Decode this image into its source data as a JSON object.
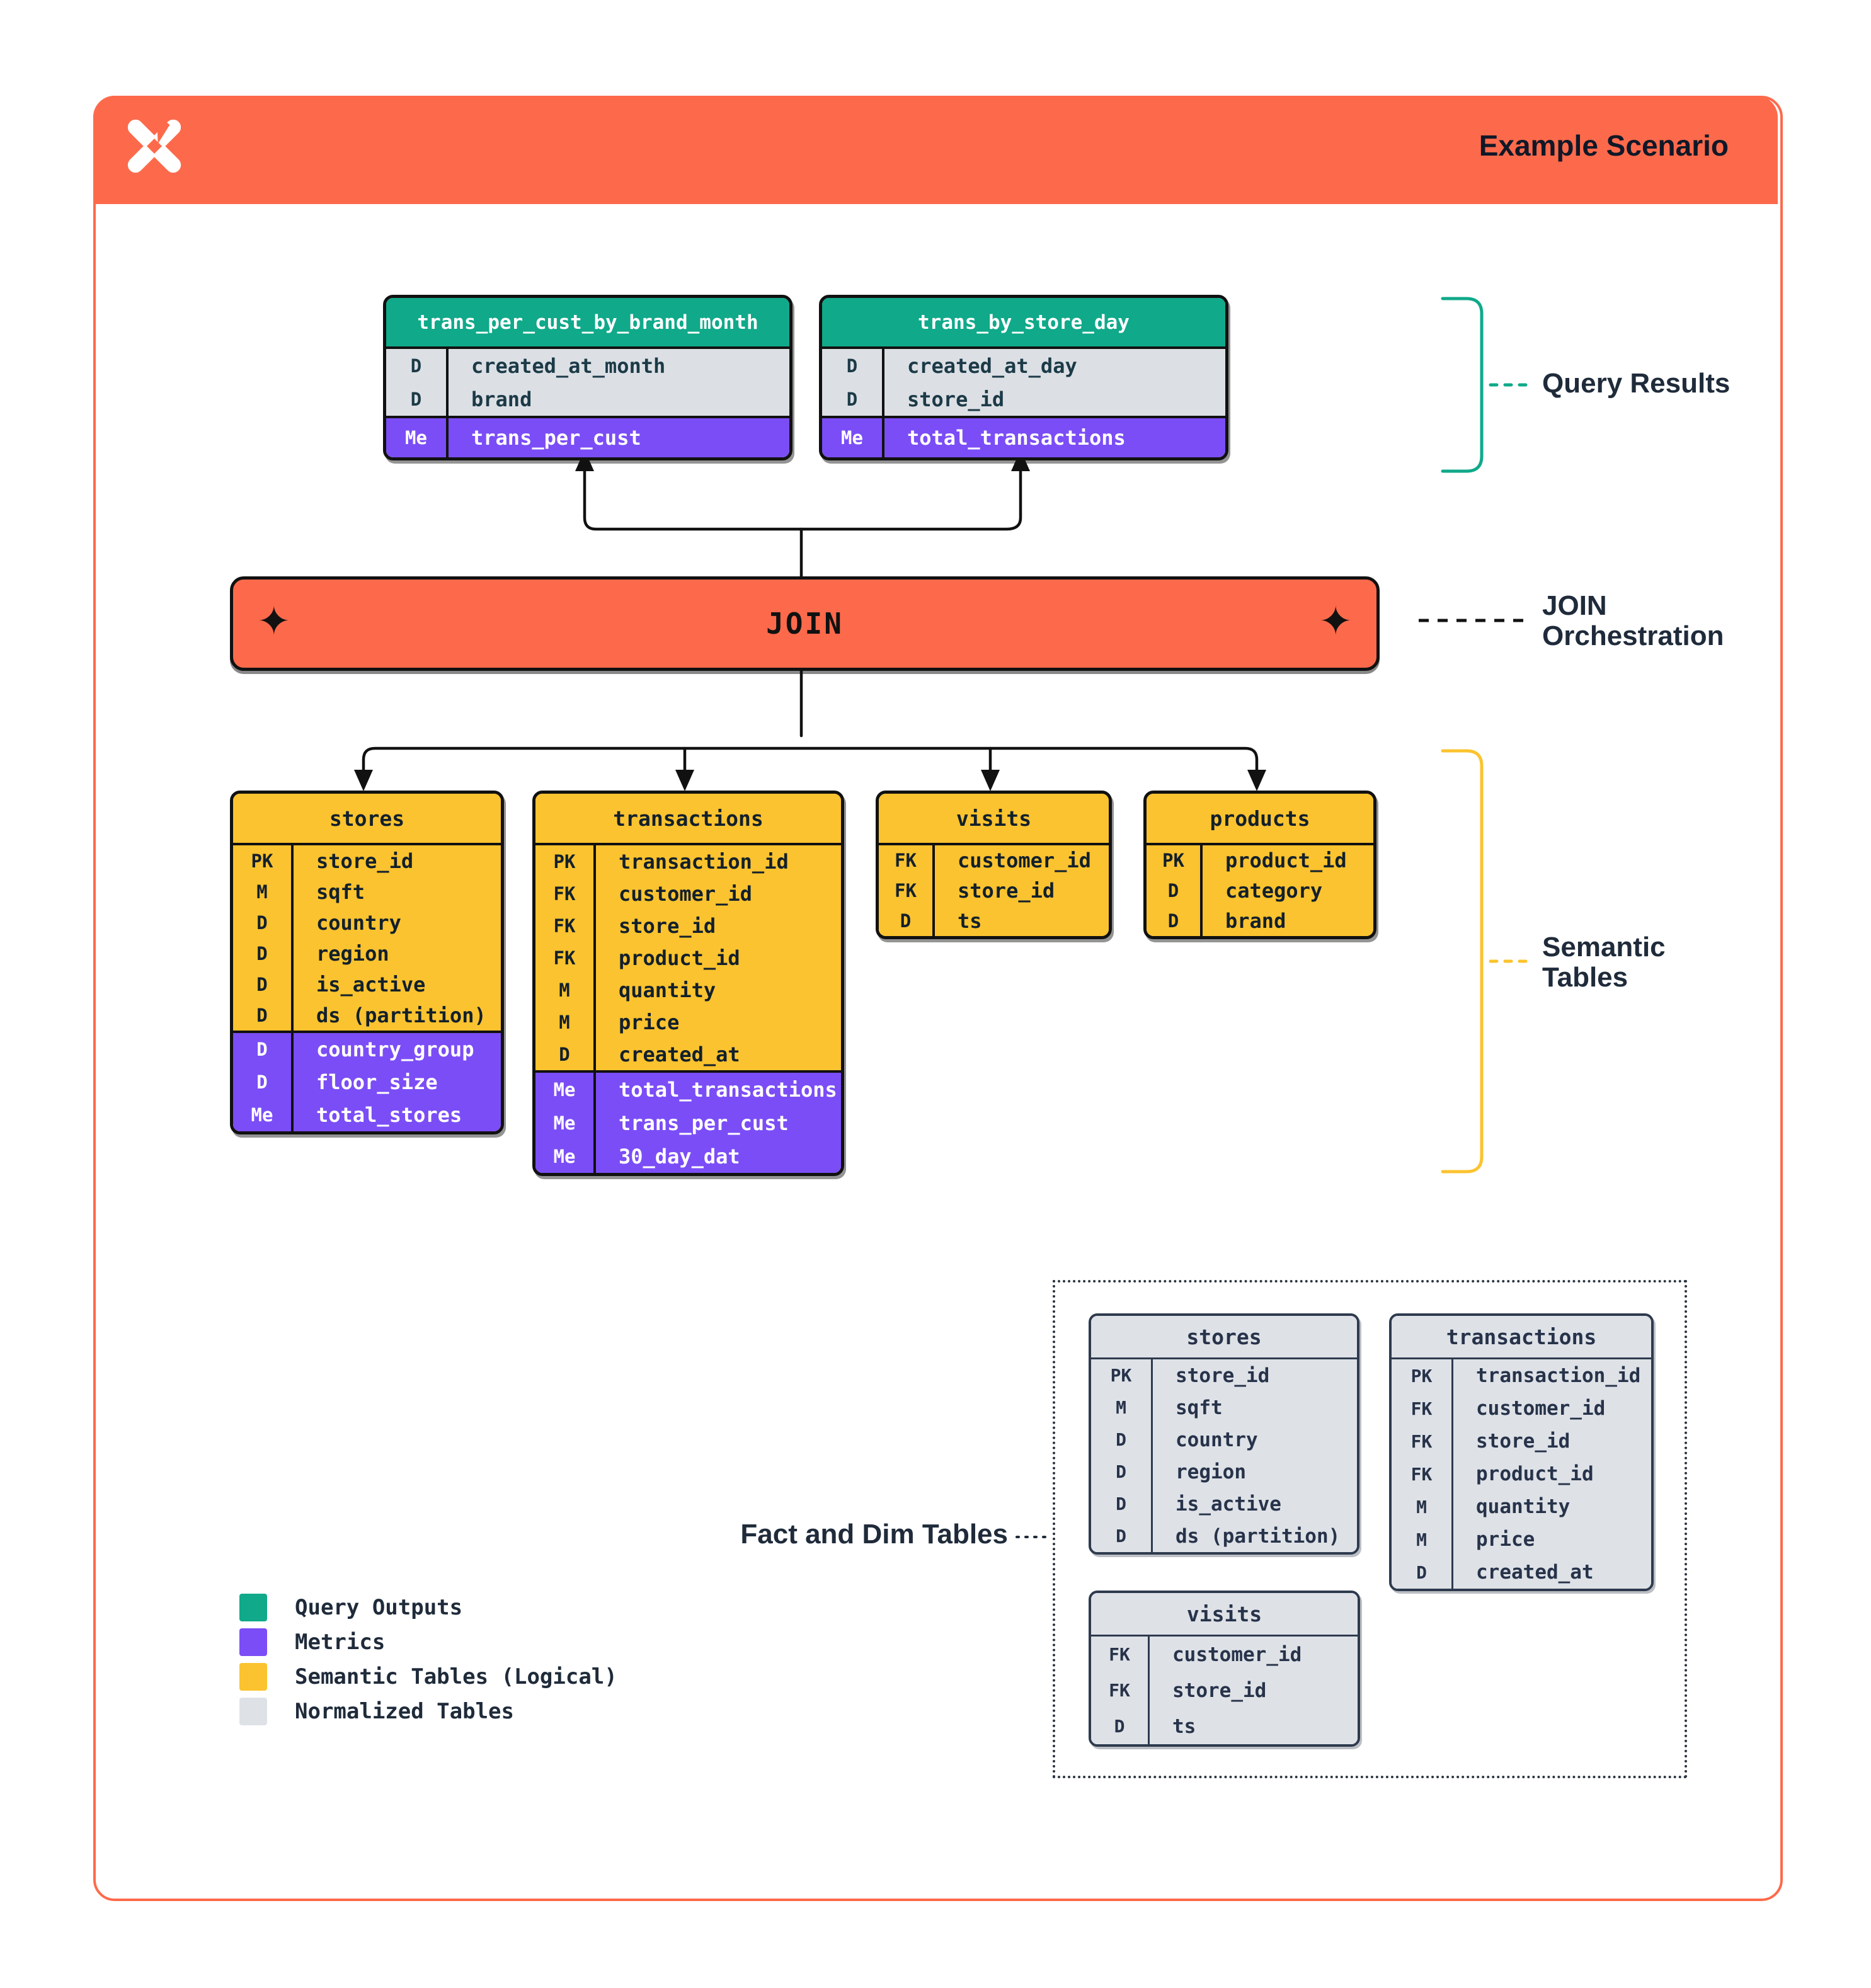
{
  "header": {
    "title": "Example Scenario"
  },
  "join_bar": {
    "label": "JOIN",
    "star_glyph": "✦"
  },
  "section_labels": {
    "query_results": "Query Results",
    "join_orchestration_line1": "JOIN",
    "join_orchestration_line2": "Orchestration",
    "semantic_tables_line1": "Semantic",
    "semantic_tables_line2": "Tables",
    "fact_and_dim": "Fact and Dim Tables"
  },
  "query_tables": [
    {
      "title": "trans_per_cust_by_brand_month",
      "rows": [
        {
          "b": "D",
          "n": "created_at_month"
        },
        {
          "b": "D",
          "n": "brand"
        }
      ],
      "metrics": [
        {
          "b": "Me",
          "n": "trans_per_cust"
        }
      ]
    },
    {
      "title": "trans_by_store_day",
      "rows": [
        {
          "b": "D",
          "n": "created_at_day"
        },
        {
          "b": "D",
          "n": "store_id"
        }
      ],
      "metrics": [
        {
          "b": "Me",
          "n": "total_transactions"
        }
      ]
    }
  ],
  "semantic_tables": [
    {
      "title": "stores",
      "rows": [
        {
          "b": "PK",
          "n": "store_id"
        },
        {
          "b": "M",
          "n": "sqft"
        },
        {
          "b": "D",
          "n": "country"
        },
        {
          "b": "D",
          "n": "region"
        },
        {
          "b": "D",
          "n": "is_active"
        },
        {
          "b": "D",
          "n": "ds (partition)"
        }
      ],
      "metrics": [
        {
          "b": "D",
          "n": "country_group"
        },
        {
          "b": "D",
          "n": "floor_size"
        },
        {
          "b": "Me",
          "n": "total_stores"
        }
      ]
    },
    {
      "title": "transactions",
      "rows": [
        {
          "b": "PK",
          "n": "transaction_id"
        },
        {
          "b": "FK",
          "n": "customer_id"
        },
        {
          "b": "FK",
          "n": "store_id"
        },
        {
          "b": "FK",
          "n": "product_id"
        },
        {
          "b": "M",
          "n": "quantity"
        },
        {
          "b": "M",
          "n": "price"
        },
        {
          "b": "D",
          "n": "created_at"
        }
      ],
      "metrics": [
        {
          "b": "Me",
          "n": "total_transactions"
        },
        {
          "b": "Me",
          "n": "trans_per_cust"
        },
        {
          "b": "Me",
          "n": "30_day_dat"
        }
      ]
    },
    {
      "title": "visits",
      "rows": [
        {
          "b": "FK",
          "n": "customer_id"
        },
        {
          "b": "FK",
          "n": "store_id"
        },
        {
          "b": "D",
          "n": "ts"
        }
      ],
      "metrics": []
    },
    {
      "title": "products",
      "rows": [
        {
          "b": "PK",
          "n": "product_id"
        },
        {
          "b": "D",
          "n": "category"
        },
        {
          "b": "D",
          "n": "brand"
        }
      ],
      "metrics": []
    }
  ],
  "normalized_tables": [
    {
      "title": "stores",
      "rows": [
        {
          "b": "PK",
          "n": "store_id"
        },
        {
          "b": "M",
          "n": "sqft"
        },
        {
          "b": "D",
          "n": "country"
        },
        {
          "b": "D",
          "n": "region"
        },
        {
          "b": "D",
          "n": "is_active"
        },
        {
          "b": "D",
          "n": "ds (partition)"
        }
      ],
      "metrics": []
    },
    {
      "title": "transactions",
      "rows": [
        {
          "b": "PK",
          "n": "transaction_id"
        },
        {
          "b": "FK",
          "n": "customer_id"
        },
        {
          "b": "FK",
          "n": "store_id"
        },
        {
          "b": "FK",
          "n": "product_id"
        },
        {
          "b": "M",
          "n": "quantity"
        },
        {
          "b": "M",
          "n": "price"
        },
        {
          "b": "D",
          "n": "created_at"
        }
      ],
      "metrics": []
    },
    {
      "title": "visits",
      "rows": [
        {
          "b": "FK",
          "n": "customer_id"
        },
        {
          "b": "FK",
          "n": "store_id"
        },
        {
          "b": "D",
          "n": "ts"
        }
      ],
      "metrics": []
    }
  ],
  "legend": [
    {
      "color": "#10A98A",
      "label": "Query Outputs"
    },
    {
      "color": "#7B4DF6",
      "label": "Metrics"
    },
    {
      "color": "#FBC32F",
      "label": "Semantic Tables (Logical)"
    },
    {
      "color": "#DEE2E7",
      "label": "Normalized Tables"
    }
  ],
  "colors": {
    "orange": "#FD6A4B",
    "green": "#10A98A",
    "purple": "#7B4DF6",
    "yellow": "#FBC32F",
    "gray": "#DEE2E7",
    "ink": "#111111",
    "navy": "#1F2B3A"
  }
}
